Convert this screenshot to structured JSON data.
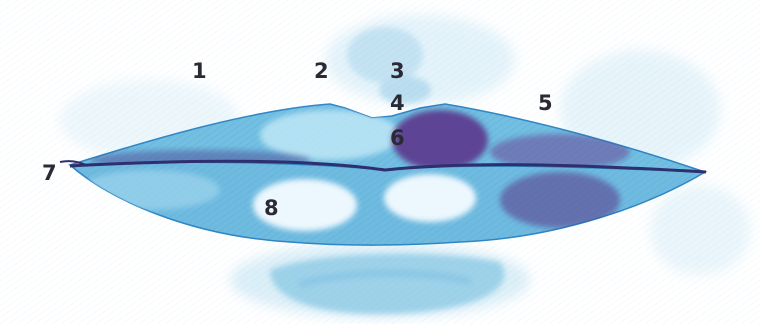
{
  "figure": {
    "subject": "lips-sketch",
    "colors": {
      "background": "#ffffff",
      "wash": "#b9e0f0",
      "lip_blue": "#5fb5dc",
      "lip_blue_dark": "#2f86c4",
      "purple": "#5a2f86",
      "highlight": "#f4fbff",
      "label": "#2a2a34"
    }
  },
  "labels": [
    {
      "id": "1",
      "text": "1"
    },
    {
      "id": "2",
      "text": "2"
    },
    {
      "id": "3",
      "text": "3"
    },
    {
      "id": "4",
      "text": "4"
    },
    {
      "id": "5",
      "text": "5"
    },
    {
      "id": "6",
      "text": "6"
    },
    {
      "id": "7",
      "text": "7"
    },
    {
      "id": "8",
      "text": "8"
    }
  ]
}
